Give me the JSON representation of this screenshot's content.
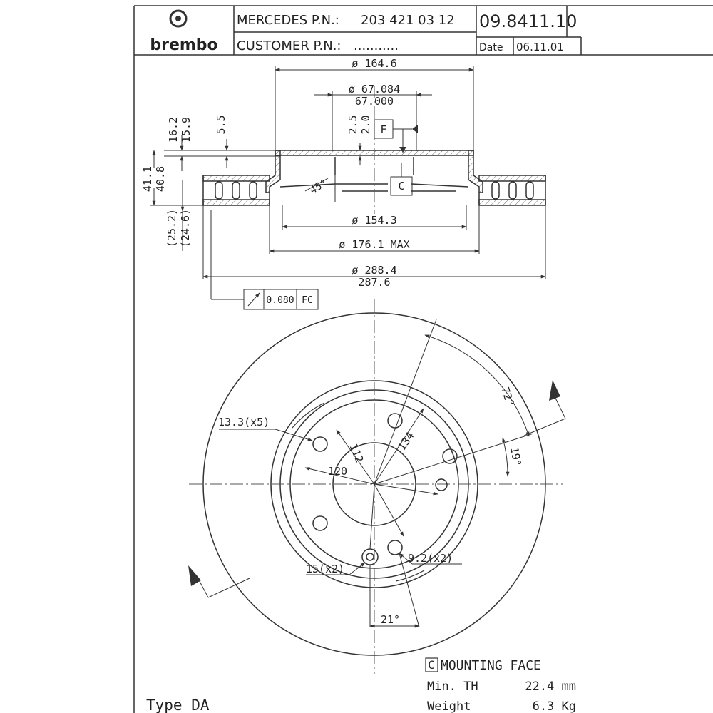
{
  "title_block": {
    "brand": "brembo",
    "oem_label": "MERCEDES P.N.:",
    "oem_number": "203 421 03 12",
    "part_number": "09.8411.10",
    "customer_label": "CUSTOMER P.N.:",
    "customer_dots": "...........",
    "date_label": "Date",
    "date_value": "06.11.01"
  },
  "section_view": {
    "dia_outer_hat": "ø 164.6",
    "dia_center_max": "ø 67.084",
    "dia_center_min": "67.000",
    "dim_16_2": "16.2",
    "dim_15_9": "15.9",
    "dim_5_5": "5.5",
    "dim_2_5": "2.5",
    "dim_2_0": "2.0",
    "datum_f": "F",
    "datum_c": "C",
    "dim_41_1": "41.1",
    "dim_40_8": "40.8",
    "angle_45": "45°",
    "dia_154_3": "ø 154.3",
    "dim_25_2": "(25.2)",
    "dim_24_6": "(24.6)",
    "dia_176_1": "ø 176.1 MAX",
    "dia_288_4": "ø 288.4",
    "dia_287_6": "287.6",
    "tolerance_value": "0.080",
    "tolerance_ref": "FC"
  },
  "face_view": {
    "angle_72": "72°",
    "holes_13_3": "13.3(x5)",
    "dim_112": "112",
    "dim_134": "134",
    "dim_120": "120",
    "angle_19": "19°",
    "holes_15": "15(x2)",
    "holes_9_2": "9.2(x2)",
    "angle_21": "21°"
  },
  "notes": {
    "mounting_box": "C",
    "mounting_face": "MOUNTING FACE",
    "min_th_label": "Min. TH",
    "min_th_value": "22.4 mm",
    "weight_label": "Weight",
    "weight_value": "6.3 Kg",
    "type": "Type DA"
  }
}
